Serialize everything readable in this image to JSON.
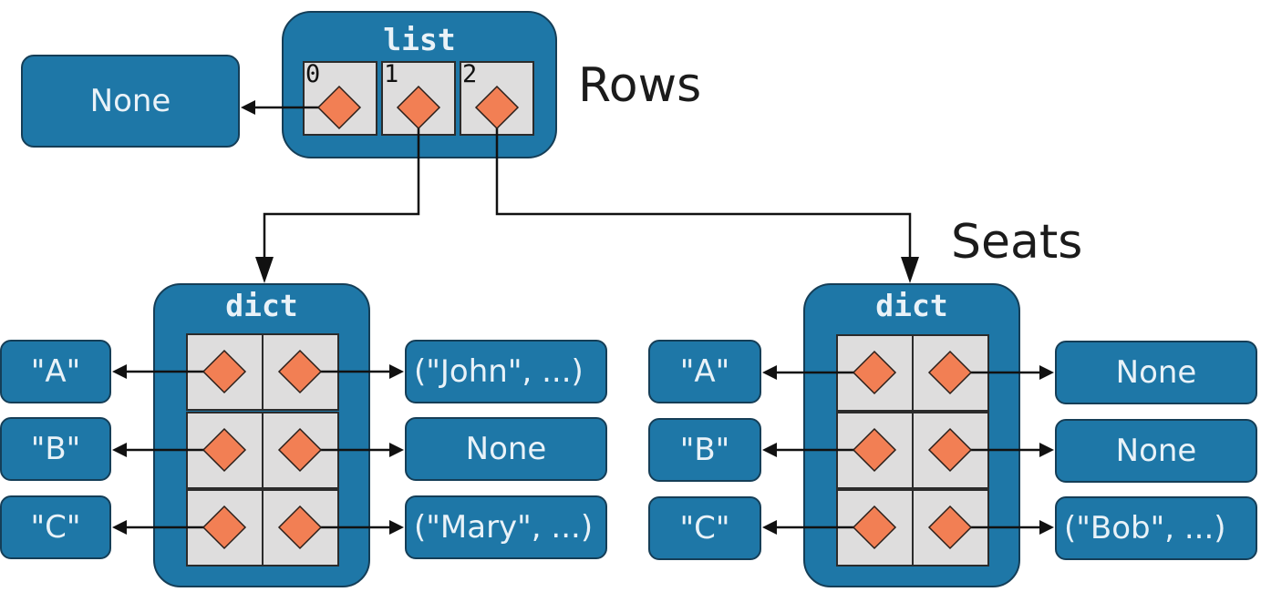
{
  "labels": {
    "rows": "Rows",
    "seats": "Seats"
  },
  "list": {
    "title": "list",
    "indices": [
      "0",
      "1",
      "2"
    ],
    "item0_target": "None"
  },
  "dicts": [
    {
      "title": "dict",
      "keys": [
        "\"A\"",
        "\"B\"",
        "\"C\""
      ],
      "values": [
        "(\"John\", ...)",
        "None",
        "(\"Mary\", ...)"
      ]
    },
    {
      "title": "dict",
      "keys": [
        "\"A\"",
        "\"B\"",
        "\"C\""
      ],
      "values": [
        "None",
        "None",
        "(\"Bob\", ...)"
      ]
    }
  ],
  "colors": {
    "box_fill": "#1e77a7",
    "box_border": "#153e57",
    "cell_fill": "#dedddd",
    "pointer_fill": "#f27f54",
    "arrow": "#111111"
  }
}
